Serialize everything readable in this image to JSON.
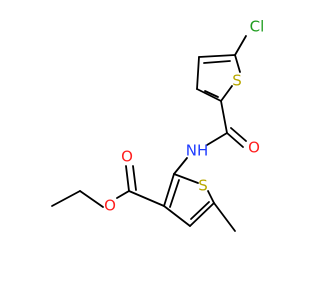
{
  "atoms": {
    "chlorine": {
      "label": "Cl",
      "color": "#1f9d1f"
    },
    "sulfur_top": {
      "label": "S",
      "color": "#b8a800"
    },
    "nitrogen": {
      "label": "NH",
      "color": "#1f3cff"
    },
    "oxygen_amide": {
      "label": "O",
      "color": "#ff1f1f"
    },
    "oxygen_ester_carbonyl": {
      "label": "O",
      "color": "#ff1f1f"
    },
    "oxygen_ester_link": {
      "label": "O",
      "color": "#ff1f1f"
    },
    "sulfur_bottom": {
      "label": "S",
      "color": "#b8a800"
    }
  }
}
